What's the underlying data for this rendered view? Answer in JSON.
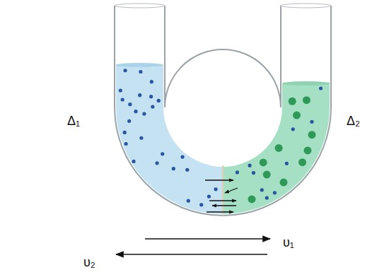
{
  "diagram": {
    "labels": [
      "Δ₁",
      "Δ₂",
      "υ₁",
      "υ₂"
    ]
  }
}
